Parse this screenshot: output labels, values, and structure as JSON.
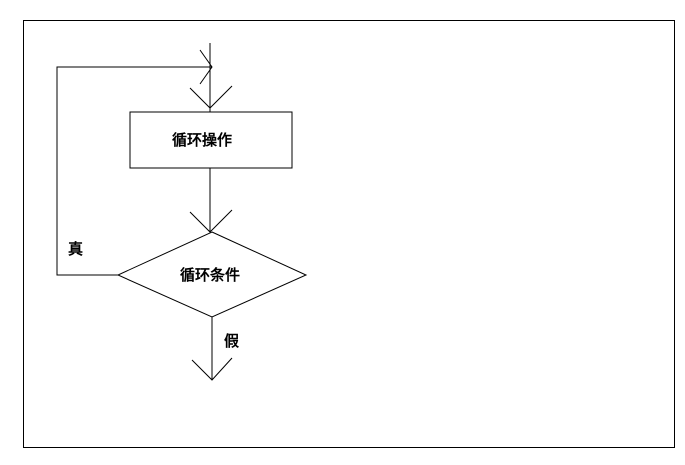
{
  "diagram": {
    "nodes": {
      "loop_body": {
        "label": "循环操作"
      },
      "loop_condition": {
        "label": "循环条件"
      }
    },
    "edges": {
      "true_branch": {
        "label": "真"
      },
      "false_branch": {
        "label": "假"
      }
    },
    "stroke_color": "#000000",
    "background_color": "#ffffff"
  }
}
